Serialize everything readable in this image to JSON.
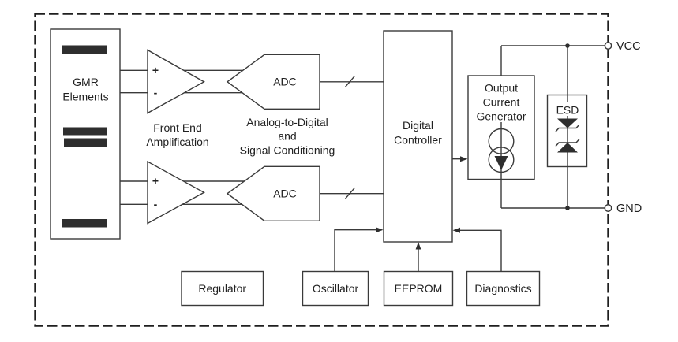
{
  "blocks": {
    "gmr": {
      "line1": "GMR",
      "line2": "Elements"
    },
    "front_end_caption": {
      "line1": "Front End",
      "line2": "Amplification"
    },
    "adc_top": {
      "label": "ADC"
    },
    "adc_bottom": {
      "label": "ADC"
    },
    "adc_caption": {
      "line1": "Analog-to-Digital",
      "line2": "and",
      "line3": "Signal Conditioning"
    },
    "digital_controller": {
      "line1": "Digital",
      "line2": "Controller"
    },
    "output_current_generator": {
      "line1": "Output",
      "line2": "Current",
      "line3": "Generator"
    },
    "esd": {
      "label": "ESD"
    },
    "regulator": {
      "label": "Regulator"
    },
    "oscillator": {
      "label": "Oscillator"
    },
    "eeprom": {
      "label": "EEPROM"
    },
    "diagnostics": {
      "label": "Diagnostics"
    }
  },
  "amp": {
    "plus": "+",
    "minus": "-"
  },
  "pins": {
    "vcc": "VCC",
    "gnd": "GND"
  },
  "colors": {
    "stroke": "#3a3a3a",
    "text": "#212121",
    "bar_fill": "#2e2e2e",
    "background": "#ffffff"
  }
}
